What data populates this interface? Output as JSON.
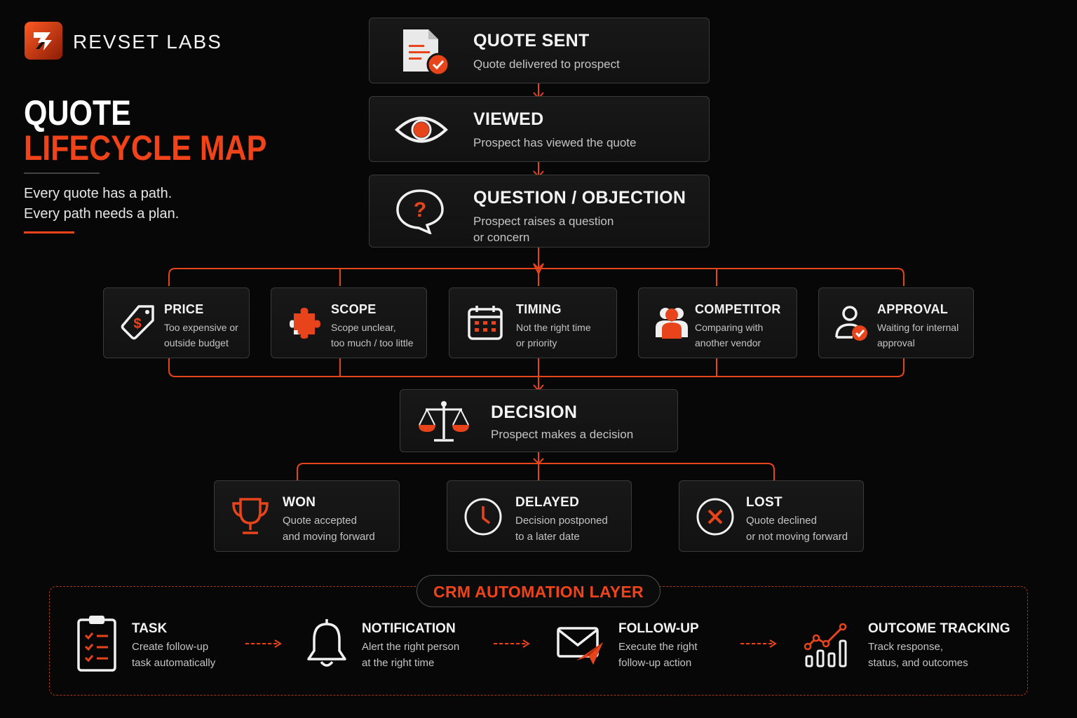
{
  "brand": {
    "name": "REVSET LABS"
  },
  "header": {
    "title_line1": "QUOTE",
    "title_line2": "LIFECYCLE MAP",
    "tagline_1": "Every quote has a path.",
    "tagline_2": "Every path needs a plan."
  },
  "colors": {
    "accent": "#f0431a",
    "background": "#070707",
    "card": "#151515",
    "border": "#3a3a3a"
  },
  "stages": [
    {
      "title": "QUOTE SENT",
      "desc": "Quote delivered to prospect",
      "icon": "document-check-icon"
    },
    {
      "title": "VIEWED",
      "desc": "Prospect has viewed the quote",
      "icon": "eye-icon"
    },
    {
      "title": "QUESTION / OBJECTION",
      "desc_1": "Prospect raises a question",
      "desc_2": "or concern",
      "icon": "question-bubble-icon"
    }
  ],
  "objections": [
    {
      "title": "PRICE",
      "desc_1": "Too expensive or",
      "desc_2": "outside budget",
      "icon": "price-tag-icon"
    },
    {
      "title": "SCOPE",
      "desc_1": "Scope unclear,",
      "desc_2": "too much / too little",
      "icon": "puzzle-icon"
    },
    {
      "title": "TIMING",
      "desc_1": "Not the right time",
      "desc_2": "or priority",
      "icon": "calendar-icon"
    },
    {
      "title": "COMPETITOR",
      "desc_1": "Comparing with",
      "desc_2": "another vendor",
      "icon": "people-icon"
    },
    {
      "title": "APPROVAL",
      "desc_1": "Waiting for internal",
      "desc_2": "approval",
      "icon": "user-check-icon"
    }
  ],
  "decision": {
    "title": "DECISION",
    "desc": "Prospect makes a decision",
    "icon": "scales-icon"
  },
  "outcomes": [
    {
      "title": "WON",
      "desc_1": "Quote accepted",
      "desc_2": "and moving forward",
      "icon": "trophy-icon"
    },
    {
      "title": "DELAYED",
      "desc_1": "Decision postponed",
      "desc_2": "to a later date",
      "icon": "clock-icon"
    },
    {
      "title": "LOST",
      "desc_1": "Quote declined",
      "desc_2": "or not moving forward",
      "icon": "x-circle-icon"
    }
  ],
  "crm": {
    "title": "CRM AUTOMATION LAYER",
    "steps": [
      {
        "title": "TASK",
        "desc_1": "Create follow-up",
        "desc_2": "task automatically",
        "icon": "clipboard-icon"
      },
      {
        "title": "NOTIFICATION",
        "desc_1": "Alert the right person",
        "desc_2": "at the right time",
        "icon": "bell-icon"
      },
      {
        "title": "FOLLOW-UP",
        "desc_1": "Execute the right",
        "desc_2": "follow-up action",
        "icon": "envelope-send-icon"
      },
      {
        "title": "OUTCOME TRACKING",
        "desc_1": "Track response,",
        "desc_2": "status, and outcomes",
        "icon": "chart-trend-icon"
      }
    ]
  }
}
